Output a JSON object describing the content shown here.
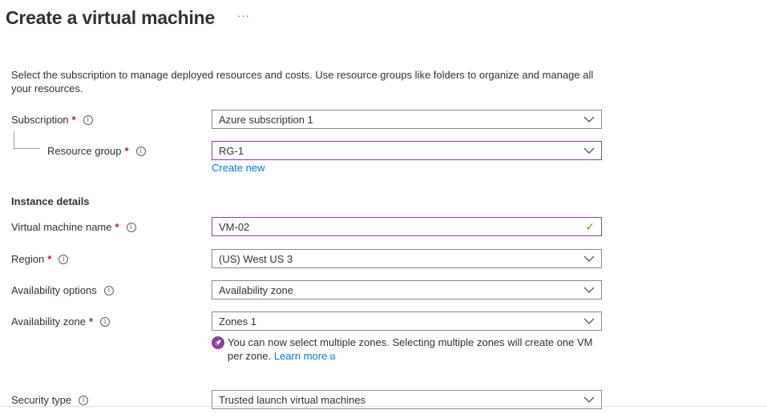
{
  "header": {
    "title": "Create a virtual machine",
    "more_label": "···"
  },
  "description": "Select the subscription to manage deployed resources and costs. Use resource groups like folders to organize and manage all your resources.",
  "project_details": {
    "subscription": {
      "label": "Subscription",
      "required": "*",
      "value": "Azure subscription 1"
    },
    "resource_group": {
      "label": "Resource group",
      "required": "*",
      "value": "RG-1",
      "create_new_label": "Create new"
    }
  },
  "instance_details": {
    "heading": "Instance details",
    "vm_name": {
      "label": "Virtual machine name",
      "required": "*",
      "value": "VM-02",
      "valid_icon": "✓"
    },
    "region": {
      "label": "Region",
      "required": "*",
      "value": "(US) West US 3"
    },
    "availability_options": {
      "label": "Availability options",
      "value": "Availability zone"
    },
    "availability_zone": {
      "label": "Availability zone",
      "required": "*",
      "value": "Zones 1",
      "notice_text": "You can now select multiple zones. Selecting multiple zones will create one VM per zone.",
      "learn_more_label": "Learn more",
      "external_icon": "⧉"
    },
    "security_type": {
      "label": "Security type",
      "value": "Trusted launch virtual machines"
    }
  },
  "icons": {
    "info": "i"
  },
  "colors": {
    "accent_purple": "#8b3f9e",
    "link_blue": "#0078d4",
    "required_red": "#a4262c",
    "valid_green": "#57a300"
  }
}
